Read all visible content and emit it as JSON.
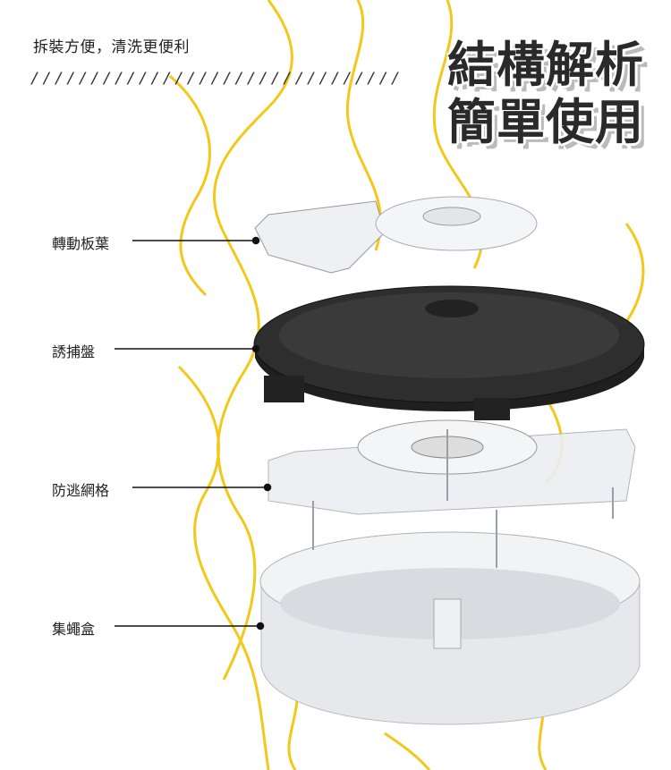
{
  "header": {
    "subtitle": "拆裝方便，清洗更便利",
    "divider": "///////////////////////////////",
    "title_line1": "結構解析",
    "title_line2": "簡單使用"
  },
  "parts": [
    {
      "label": "轉動板葉"
    },
    {
      "label": "誘捕盤"
    },
    {
      "label": "防逃網格"
    },
    {
      "label": "集蠅盒"
    }
  ],
  "colors": {
    "accent": "#f2c81a",
    "tray": "#2b2b2b",
    "clear": "#d9dde2"
  }
}
